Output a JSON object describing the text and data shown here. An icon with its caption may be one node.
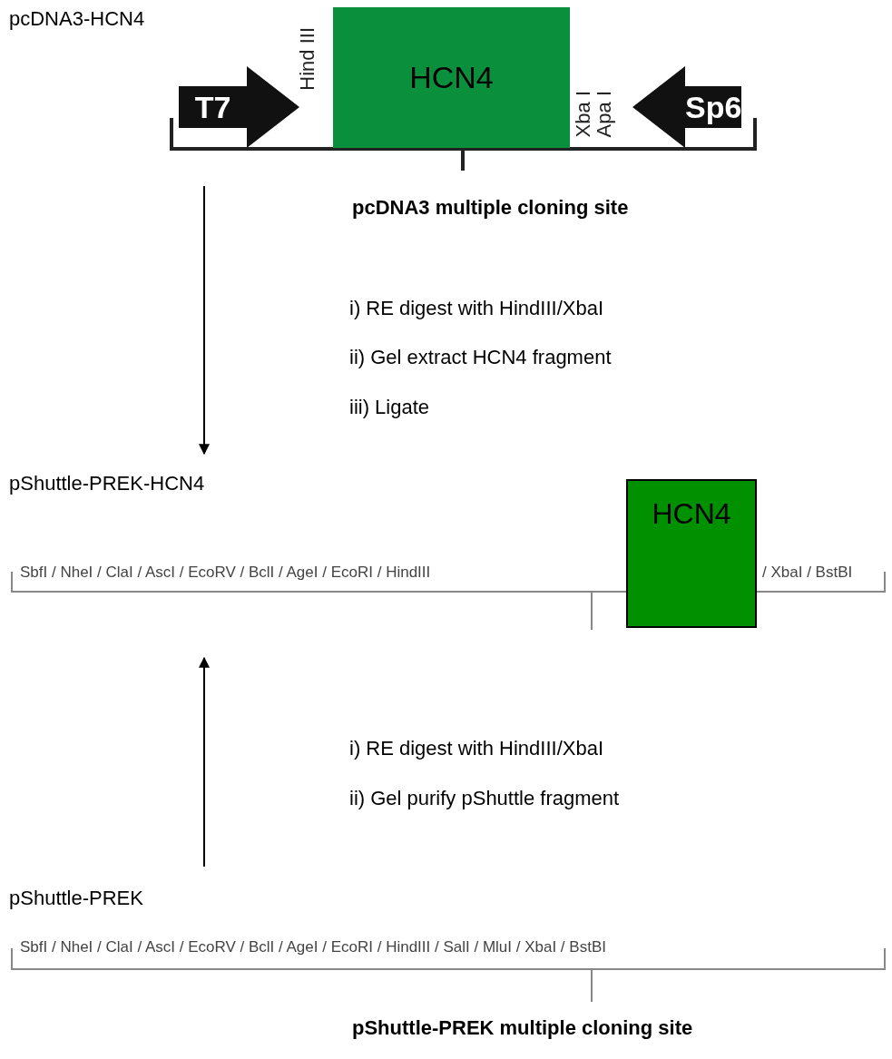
{
  "diagram": {
    "nodes": [
      {
        "text": [
          "pcDNA3-HCN4"
        ]
      },
      {
        "text": [
          "T7"
        ],
        "in": 0
      },
      {
        "text": [
          "HCN4"
        ],
        "in": 0
      },
      {
        "text": [
          "Sp6"
        ],
        "in": 0
      },
      {
        "text": [
          "pShuttle-PREK-HCN4"
        ]
      },
      {
        "text": [
          "HCN4"
        ],
        "in": 4
      },
      {
        "text": [
          "pShuttle-PREK"
        ]
      }
    ],
    "edges": [
      {
        "from": 0,
        "to": 4,
        "arrow": "to"
      },
      {
        "from": 6,
        "to": 4,
        "arrow": "to"
      }
    ],
    "labels": [
      "Hind III",
      "Xba I",
      "Apa I",
      "pcDNA3 multiple cloning site",
      "i) RE digest with HindIII/XbaI",
      "ii) Gel extract HCN4 fragment",
      "iii) Ligate",
      "SbfI / NheI / ClaI / AscI / EcoRV / BclI / AgeI / EcoRI / HindIII",
      "/ XbaI / BstBI",
      "i) RE digest with HindIII/XbaI",
      "ii) Gel purify pShuttle fragment",
      "SbfI / NheI / ClaI / AscI / EcoRV / BclI / AgeI / EcoRI / HindIII / SalI / MluI / XbaI / BstBI",
      "pShuttle-PREK multiple cloning site"
    ]
  }
}
